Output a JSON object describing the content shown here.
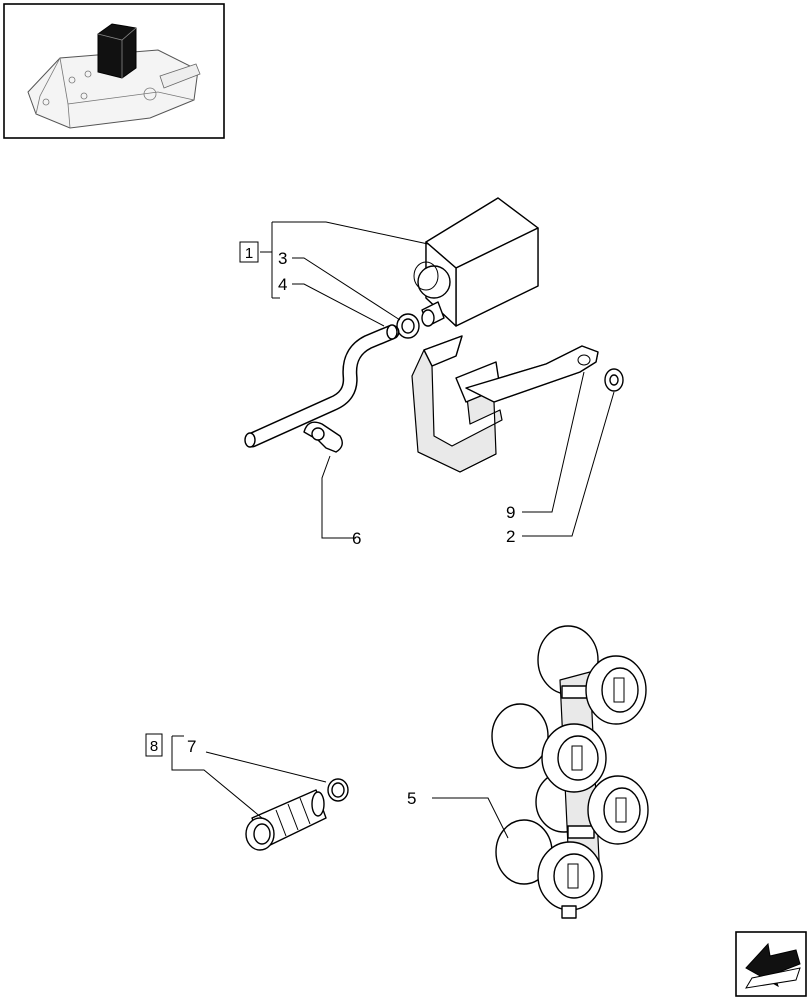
{
  "callouts": {
    "c1": "1",
    "c2": "2",
    "c3": "3",
    "c4": "4",
    "c5": "5",
    "c6": "6",
    "c7": "7",
    "c8": "8",
    "c9": "9"
  },
  "icons": {
    "thumbnail": "assembly-thumbnail-icon",
    "nav": "next-page-arrow-icon"
  }
}
